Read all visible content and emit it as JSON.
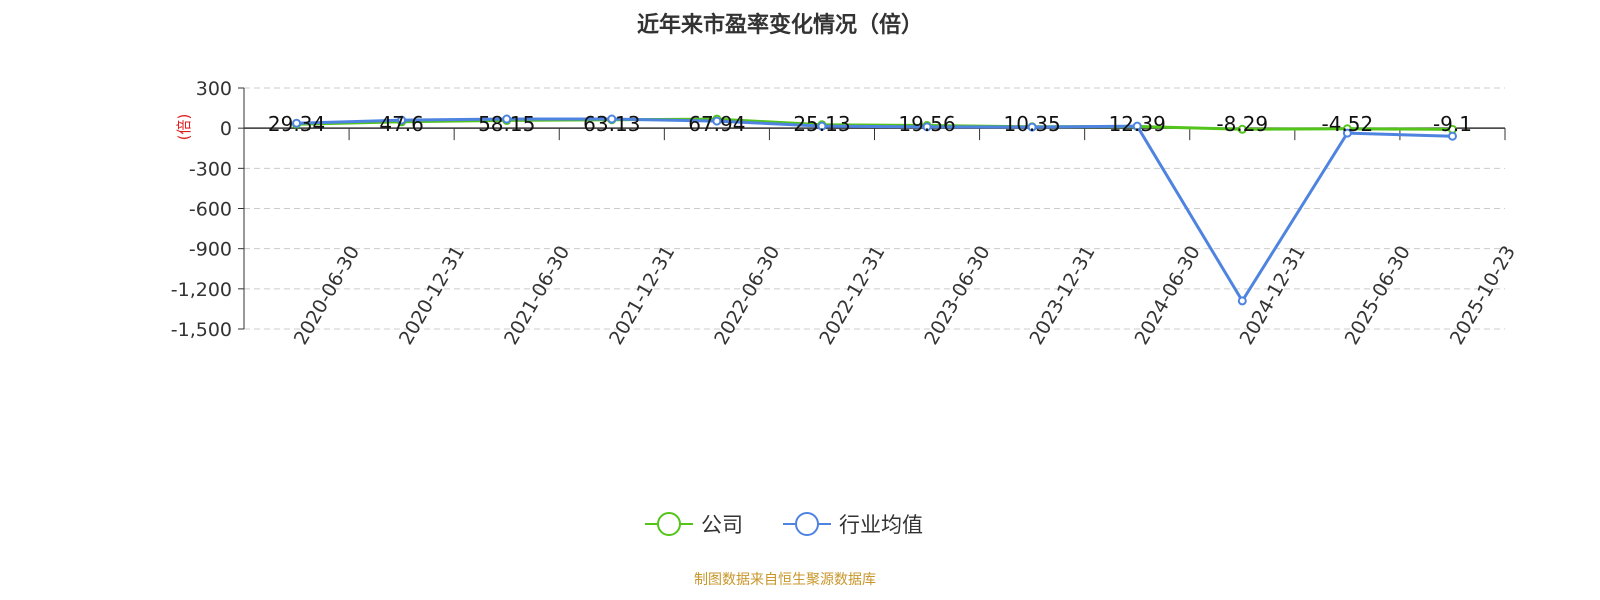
{
  "chart_data": {
    "type": "line",
    "title": "近年来市盈率变化情况（倍）",
    "ylabel": "(倍)",
    "ylim": [
      -1500,
      300
    ],
    "yticks": [
      300,
      0,
      -300,
      -600,
      -900,
      -1200,
      -1500
    ],
    "ytick_labels": [
      "300",
      "0",
      "-300",
      "-600",
      "-900",
      "-1,200",
      "-1,500"
    ],
    "grid": true,
    "legend_position": "bottom",
    "categories": [
      "2020-06-30",
      "2020-12-31",
      "2021-06-30",
      "2021-12-31",
      "2022-06-30",
      "2022-12-31",
      "2023-06-30",
      "2023-12-31",
      "2024-06-30",
      "2024-12-31",
      "2025-06-30",
      "2025-10-23"
    ],
    "series": [
      {
        "name": "公司",
        "color": "#52c41a",
        "labels": true,
        "values": [
          29.34,
          47.6,
          58.15,
          63.13,
          67.94,
          25.13,
          19.56,
          10.35,
          12.39,
          -8.29,
          -4.52,
          -9.1
        ],
        "value_labels": [
          "29.34",
          "47.6",
          "58.15",
          "63.13",
          "67.94",
          "25.13",
          "19.56",
          "10.35",
          "12.39",
          "-8.29",
          "-4.52",
          "-9.1"
        ]
      },
      {
        "name": "行业均值",
        "color": "#4e84e0",
        "labels": false,
        "values": [
          37,
          60,
          68,
          68,
          53,
          15,
          10,
          8,
          15,
          -1290,
          -37,
          -60
        ]
      }
    ],
    "source": "制图数据来自恒生聚源数据库"
  }
}
